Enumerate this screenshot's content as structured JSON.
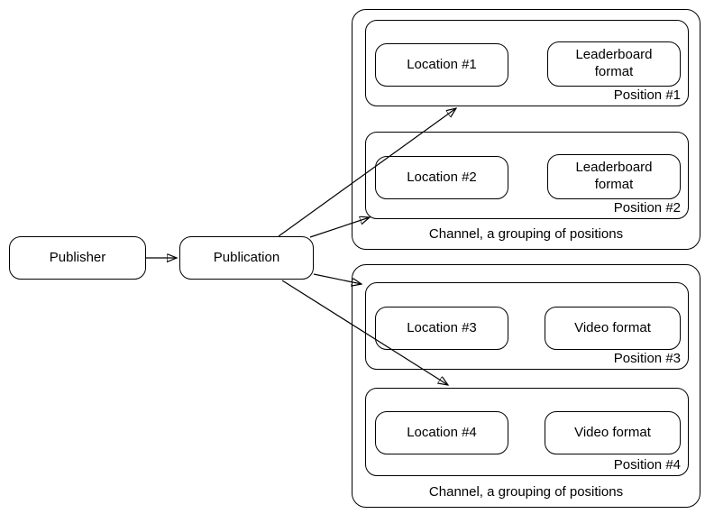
{
  "diagram": {
    "publisher_label": "Publisher",
    "publication_label": "Publication",
    "channels": [
      {
        "caption": "Channel, a grouping of positions",
        "positions": [
          {
            "name": "Position #1",
            "location": "Location #1",
            "format": "Leaderboard format"
          },
          {
            "name": "Position #2",
            "location": "Location #2",
            "format": "Leaderboard format"
          }
        ]
      },
      {
        "caption": "Channel, a grouping of positions",
        "positions": [
          {
            "name": "Position #3",
            "location": "Location #3",
            "format": "Video format"
          },
          {
            "name": "Position #4",
            "location": "Location #4",
            "format": "Video format"
          }
        ]
      }
    ],
    "edges": [
      {
        "from": "Publisher",
        "to": "Publication"
      },
      {
        "from": "Publication",
        "to": "Position #1"
      },
      {
        "from": "Publication",
        "to": "Position #2"
      },
      {
        "from": "Publication",
        "to": "Position #3"
      },
      {
        "from": "Publication",
        "to": "Position #4"
      }
    ],
    "colors": {
      "stroke": "#000000",
      "fill": "#ffffff",
      "text": "#000000",
      "background": "#ffffff"
    }
  }
}
